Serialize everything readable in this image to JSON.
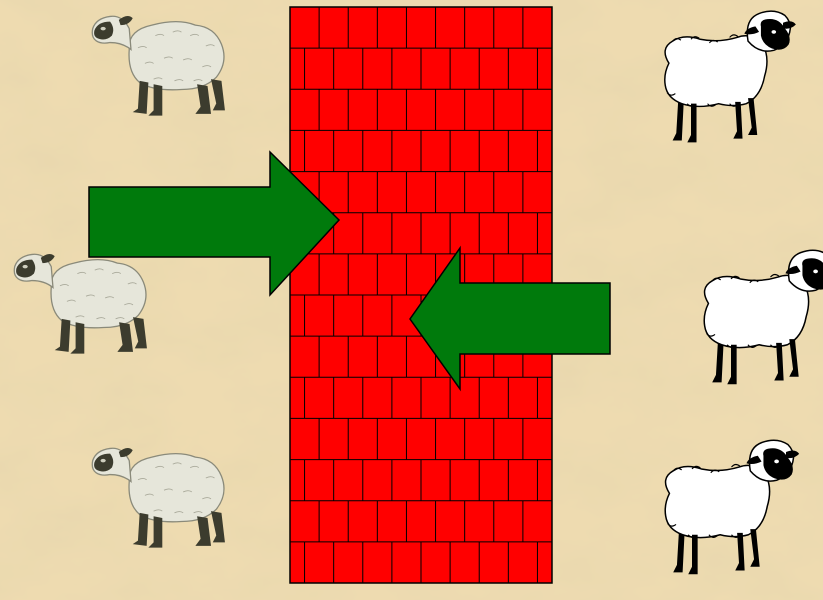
{
  "background": {
    "color": "#EEDBB0",
    "texture": "parchment"
  },
  "wall": {
    "color": "#FF0000",
    "mortar_color": "#000000",
    "rows": 14,
    "bricks_per_row": 9
  },
  "arrows": [
    {
      "name": "arrow-right",
      "direction": "right",
      "color": "#007A0C",
      "outline": "#000000"
    },
    {
      "name": "arrow-left",
      "direction": "left",
      "color": "#007A0C",
      "outline": "#000000"
    }
  ],
  "sheep_left": {
    "count": 3,
    "wool": "#E6E6DA",
    "face": "#3C3C2E",
    "facing": "left"
  },
  "sheep_right": {
    "count": 3,
    "wool": "#FFFFFF",
    "face": "#000000",
    "facing": "right"
  }
}
